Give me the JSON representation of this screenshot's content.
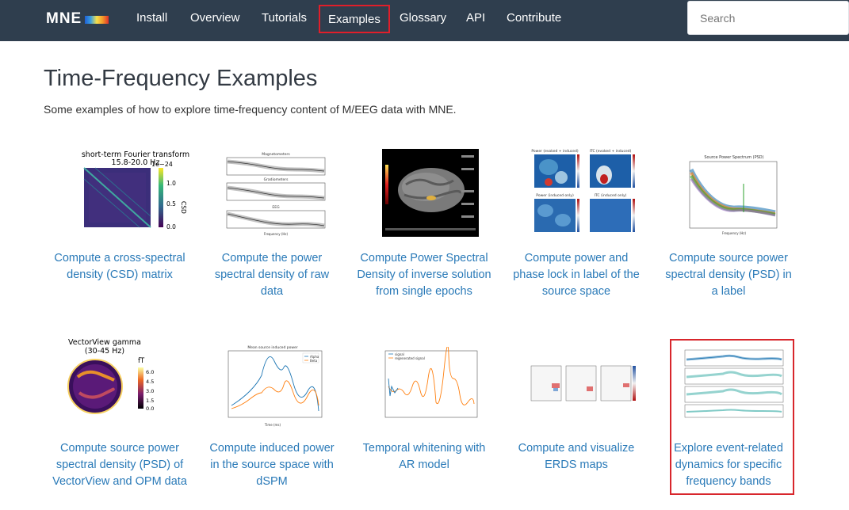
{
  "nav": {
    "brand": "MNE",
    "items": [
      "Install",
      "Overview",
      "Tutorials",
      "Examples",
      "Glossary",
      "API",
      "Contribute"
    ],
    "active": "Examples",
    "search_placeholder": "Search"
  },
  "page": {
    "title": "Time-Frequency Examples",
    "description": "Some examples of how to explore time-frequency content of M/EEG data with MNE."
  },
  "examples": [
    {
      "label": "Compute a cross-spectral density (CSD) matrix",
      "thumb_title": "short-term Fourier transform",
      "thumb_subtitle": "15.8-20.0 Hz",
      "thumb_scale": "1e−24",
      "thumb_unit": "CSD"
    },
    {
      "label": "Compute the power spectral density of raw data",
      "thumb_panels": [
        "Magnetometers",
        "Gradiometers",
        "EEG"
      ]
    },
    {
      "label": "Compute Power Spectral Density of inverse solution from single epochs"
    },
    {
      "label": "Compute power and phase lock in label of the source space",
      "thumb_panels": [
        "Power (evoked + induced)",
        "ITC (evoked + induced)",
        "Power (induced only)",
        "ITC (induced only)"
      ]
    },
    {
      "label": "Compute source power spectral density (PSD) in a label",
      "thumb_title": "Source Power Spectrum (PSD)"
    },
    {
      "label": "Compute source power spectral density (PSD) of VectorView and OPM data",
      "thumb_title": "VectorView gamma",
      "thumb_subtitle": "(30-45 Hz)",
      "thumb_unit": "fT"
    },
    {
      "label": "Compute induced power in the source space with dSPM",
      "thumb_title": "Mean source induced power",
      "thumb_legend": [
        "Alpha",
        "Beta"
      ]
    },
    {
      "label": "Temporal whitening with AR model",
      "thumb_legend": [
        "signal",
        "regenerated signal"
      ]
    },
    {
      "label": "Compute and visualize ERDS maps"
    },
    {
      "label": "Explore event-related dynamics for specific frequency bands"
    }
  ],
  "colors": {
    "navbar": "#2f3e4e",
    "link": "#2a7ab8",
    "highlight": "#d8262c"
  }
}
